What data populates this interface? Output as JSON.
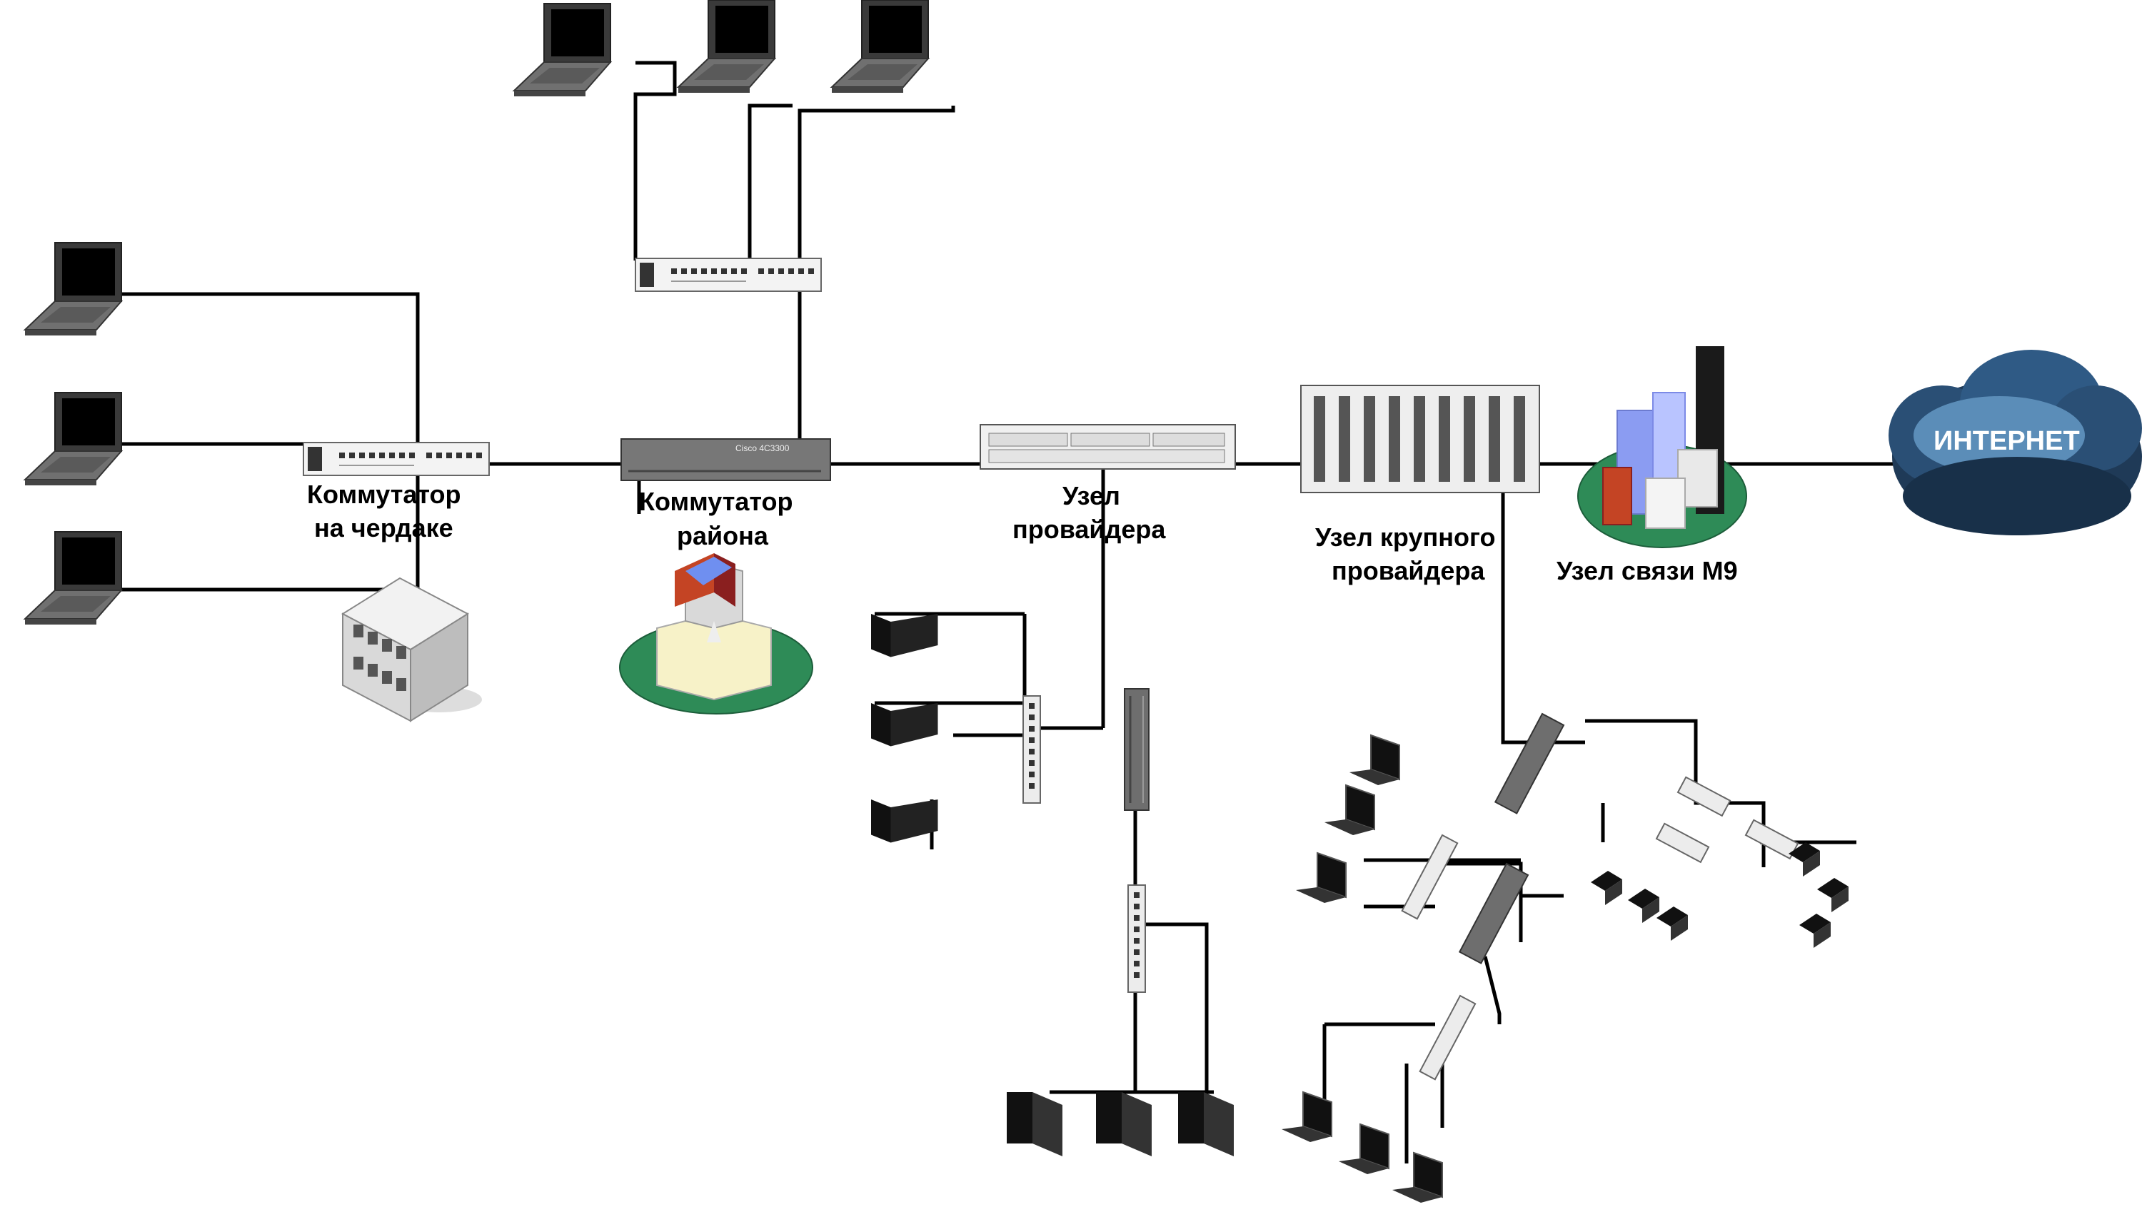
{
  "labels": {
    "attic_switch_line1": "Коммутатор",
    "attic_switch_line2": "на чердаке",
    "district_switch_line1": "Коммутатор",
    "district_switch_line2": "района",
    "provider_node_line1": "Узел",
    "provider_node_line2": "провайдера",
    "big_provider_line1": "Узел крупного",
    "big_provider_line2": "провайдера",
    "m9_node": "Узел связи М9",
    "internet": "ИНТЕРНЕТ"
  },
  "device_text": {
    "district_switch_model": "Cisco 4C3300"
  },
  "icons": {
    "laptop": "laptop-icon",
    "switch": "network-switch-icon",
    "router": "router-icon",
    "server": "server-rack-icon",
    "building": "building-icon",
    "church": "church-icon",
    "city": "city-icon",
    "cloud": "cloud-icon"
  },
  "colors": {
    "wire": "#000000",
    "cloud_dark": "#1f3a57",
    "cloud_light": "#5b8db8",
    "grass": "#2e8b57"
  }
}
